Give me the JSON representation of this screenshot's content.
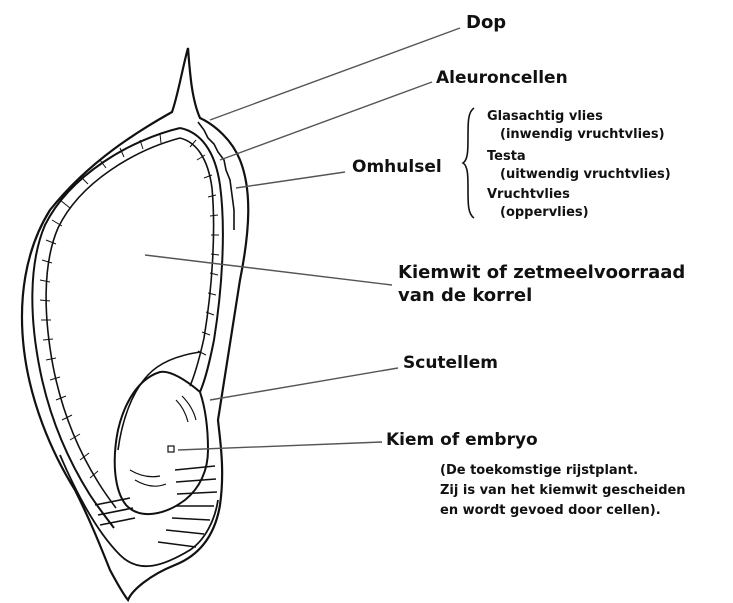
{
  "diagram": {
    "labels": {
      "dop": "Dop",
      "aleuron": "Aleuroncellen",
      "omhulsel": "Omhulsel",
      "glasachtig": "Glasachtig vlies",
      "glasachtig_sub": "(inwendig vruchtvlies)",
      "testa": "Testa",
      "testa_sub": "(uitwendig vruchtvlies)",
      "vruchtvlies": "Vruchtvlies",
      "vruchtvlies_sub": "(oppervlies)",
      "kiemwit_1": "Kiemwit of zetmeelvoorraad",
      "kiemwit_2": "van de korrel",
      "scutellem": "Scutellem",
      "kiem": "Kiem of embryo",
      "kiem_note_1": "(De toekomstige rijstplant.",
      "kiem_note_2": "Zij is van het kiemwit gescheiden",
      "kiem_note_3": "en wordt gevoed door cellen)."
    }
  }
}
